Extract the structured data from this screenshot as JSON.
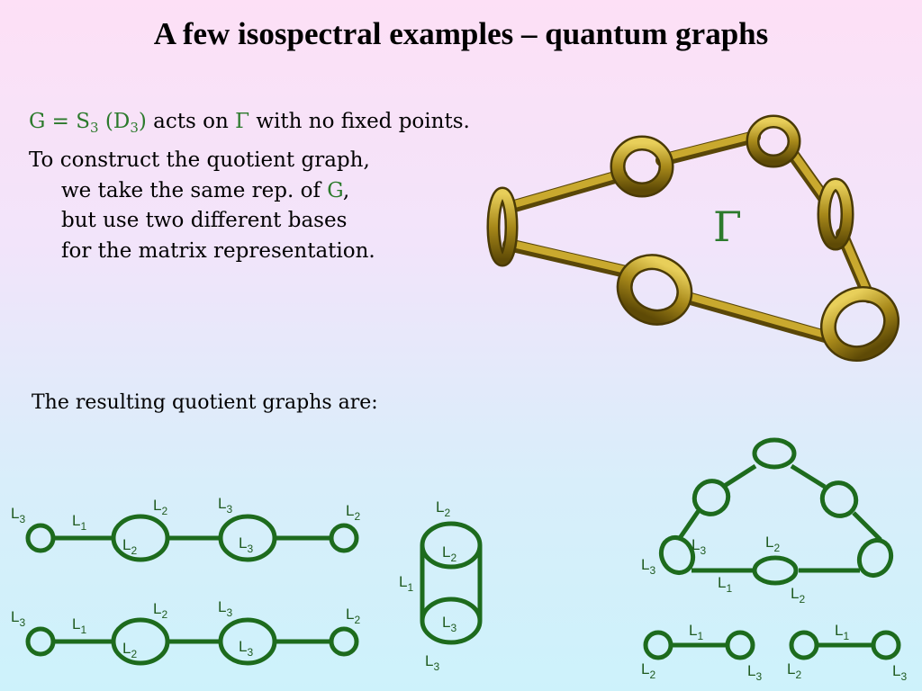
{
  "slide": {
    "title": "A few isospectral examples – quantum graphs",
    "line1": {
      "g": "G",
      "eq": " = ",
      "s": "S",
      "s_sub": "3",
      "d_open": " (D",
      "d_sub": "3",
      "d_close": ")",
      "acts": " acts on ",
      "gamma": "Γ",
      "rest": " with no fixed points."
    },
    "construct": [
      "To construct the quotient graph,",
      "we take the same rep. of ",
      "but use two different bases",
      "for the matrix representation."
    ],
    "g_symbol": "G",
    "comma": ",",
    "gamma_label": "Γ",
    "result_text": "The resulting quotient graphs are:"
  },
  "labels": {
    "L": "L",
    "one": "1",
    "two": "2",
    "three": "3"
  },
  "colors": {
    "green": "#1d6b1d",
    "gold": "#9a7a10"
  }
}
